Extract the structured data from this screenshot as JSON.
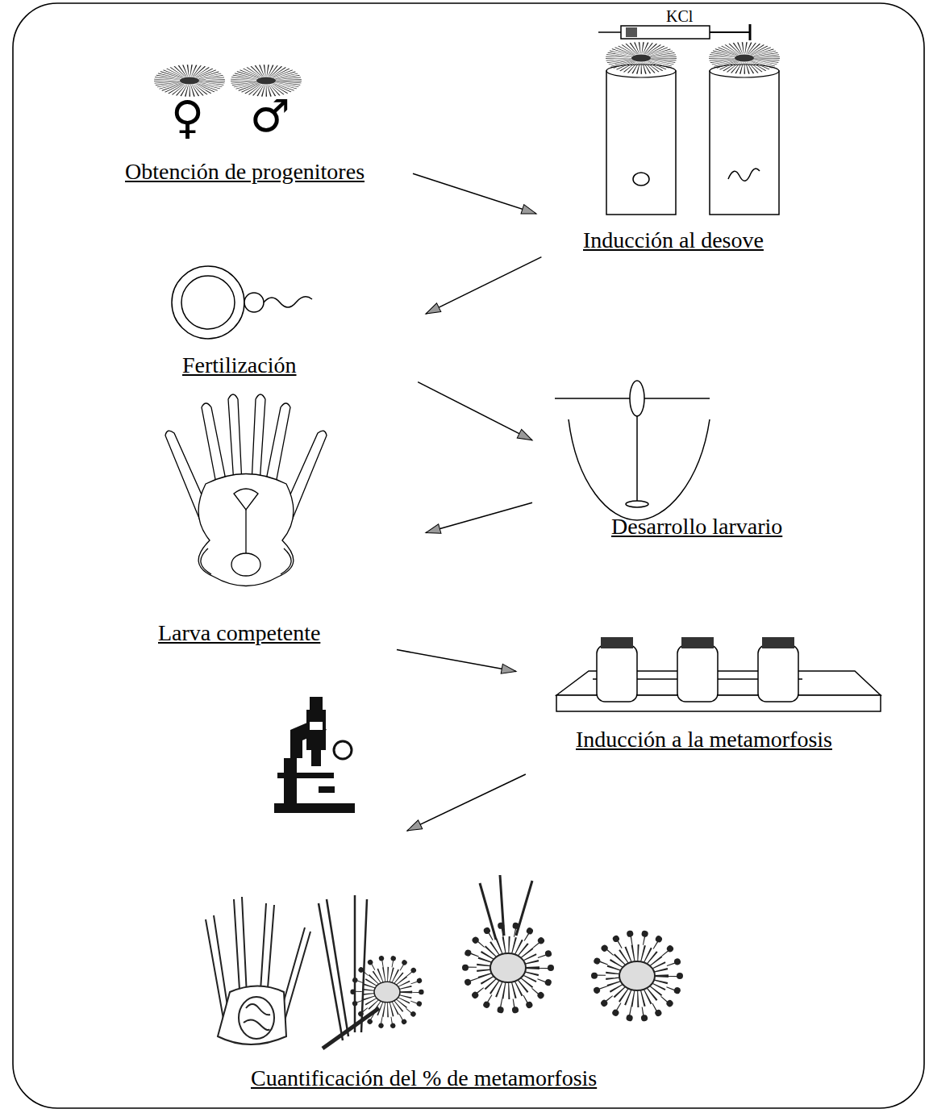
{
  "diagram": {
    "nodes": [
      {
        "text": [
          "Obtención de progenitores"
        ]
      },
      {
        "text": [
          "Inducción al desove"
        ]
      },
      {
        "text": [
          "Fertilización"
        ]
      },
      {
        "text": [
          "Desarrollo larvario"
        ]
      },
      {
        "text": [
          "Larva competente"
        ]
      },
      {
        "text": [
          "Inducción a la metamorfosis"
        ]
      },
      {
        "text": [
          "Cuantificación del % de metamorfosis"
        ]
      }
    ],
    "edges": [
      {
        "from": 0,
        "to": 1,
        "arrow": "to"
      },
      {
        "from": 1,
        "to": 2,
        "arrow": "to"
      },
      {
        "from": 2,
        "to": 3,
        "arrow": "to"
      },
      {
        "from": 3,
        "to": 4,
        "arrow": "to"
      },
      {
        "from": 4,
        "to": 5,
        "arrow": "to"
      },
      {
        "from": 5,
        "to": 6,
        "arrow": "to"
      }
    ],
    "labels": [
      "♀",
      "♂",
      "KCl"
    ]
  }
}
